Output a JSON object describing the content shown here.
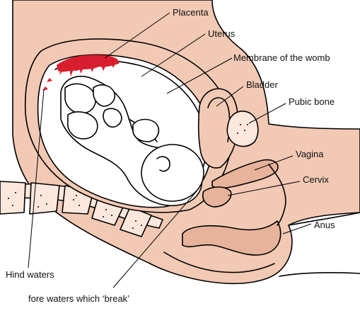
{
  "labels": {
    "placenta": "Placenta",
    "uterus": "Uterus",
    "membrane": "Membrane of the womb",
    "bladder": "Bladder",
    "pubic_bone": "Pubic bone",
    "vagina": "Vagina",
    "cervix": "Cervix",
    "anus": "Anus",
    "hind_waters": "Hind waters",
    "fore_waters": "fore waters which ‘break’"
  },
  "colors": {
    "tissue": "#f2c9b4",
    "tissue_dark": "#e7b39b",
    "placenta": "#d81e2e",
    "baby": "#ffffff",
    "outline": "#000000",
    "background": "#ffffff"
  }
}
